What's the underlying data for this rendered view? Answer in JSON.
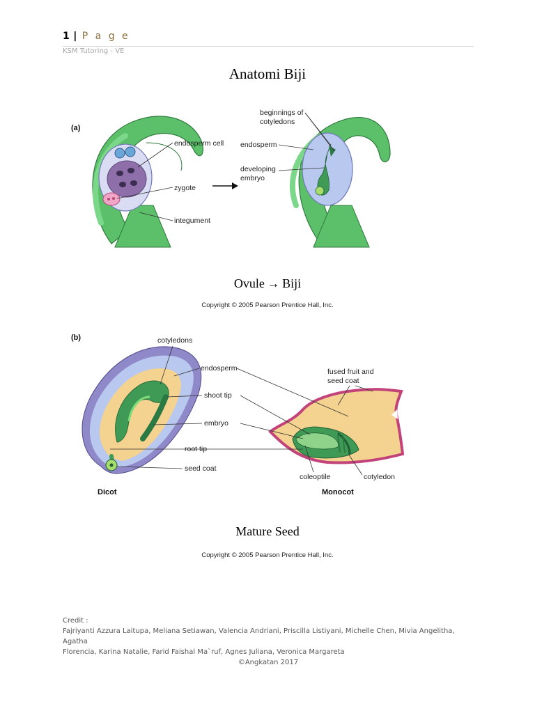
{
  "header": {
    "page_number": "1",
    "separator": "|",
    "page_word": "P a g e",
    "subtitle": "KSM Tutoring - VE"
  },
  "title": "Anatomi Biji",
  "figure_a": {
    "panel_label": "(a)",
    "labels": {
      "endosperm_cell": "endosperm cell",
      "zygote": "zygote",
      "integument": "integument",
      "beginnings_line1": "beginnings of",
      "beginnings_line2": "cotyledons",
      "endosperm": "endosperm",
      "developing_line1": "developing",
      "developing_line2": "embryo"
    },
    "caption": "Ovule → Biji",
    "copyright": "Copyright © 2005 Pearson Prentice Hall, Inc."
  },
  "figure_b": {
    "panel_label": "(b)",
    "labels": {
      "cotyledons": "cotyledons",
      "endosperm": "endosperm",
      "shoot_tip": "shoot tip",
      "embryo": "embryo",
      "root_tip": "root tip",
      "seed_coat": "seed coat",
      "fused_line1": "fused fruit and",
      "fused_line2": "seed coat",
      "coleoptile": "coleoptile",
      "cotyledon": "cotyledon",
      "dicot": "Dicot",
      "monocot": "Monocot"
    },
    "caption": "Mature Seed",
    "copyright": "Copyright © 2005 Pearson Prentice Hall, Inc."
  },
  "credit": {
    "heading": "Credit :",
    "names_line1": "Fajriyanti Azzura Laitupa, Meliana Setiawan, Valencia Andriani, Priscilla Listiyani, Michelle Chen, Mivia Angelitha, Agatha",
    "names_line2": "Florencia, Karina Natalie, Farid Faishal Ma`ruf, Agnes Juliana, Veronica Margareta",
    "angkatan": "©Angkatan 2017"
  },
  "colors": {
    "integument_green": "#5cc06a",
    "embryo_green": "#3f9a55",
    "endosperm_blue": "#b9c8ee",
    "seed_coat_purple": "#8f88c9",
    "endosperm_tan": "#f4d28f",
    "fruit_coat_magenta": "#c2437a"
  }
}
